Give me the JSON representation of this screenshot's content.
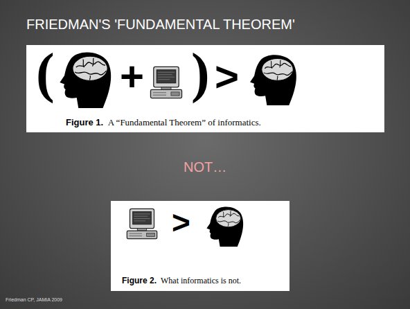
{
  "diagram": {
    "title": "FRIEDMAN'S 'FUNDAMENTAL THEOREM'",
    "nodes": [
      {
        "text": [
          "Figure 1.",
          "A “Fundamental Theorem” of informatics."
        ]
      },
      {
        "text": [
          "Figure 2.",
          "What informatics is not."
        ]
      }
    ],
    "labels": [
      "(",
      "+",
      ")",
      ">",
      ">",
      "NOT…",
      "Friedman CP, JAMIA 2009"
    ]
  }
}
